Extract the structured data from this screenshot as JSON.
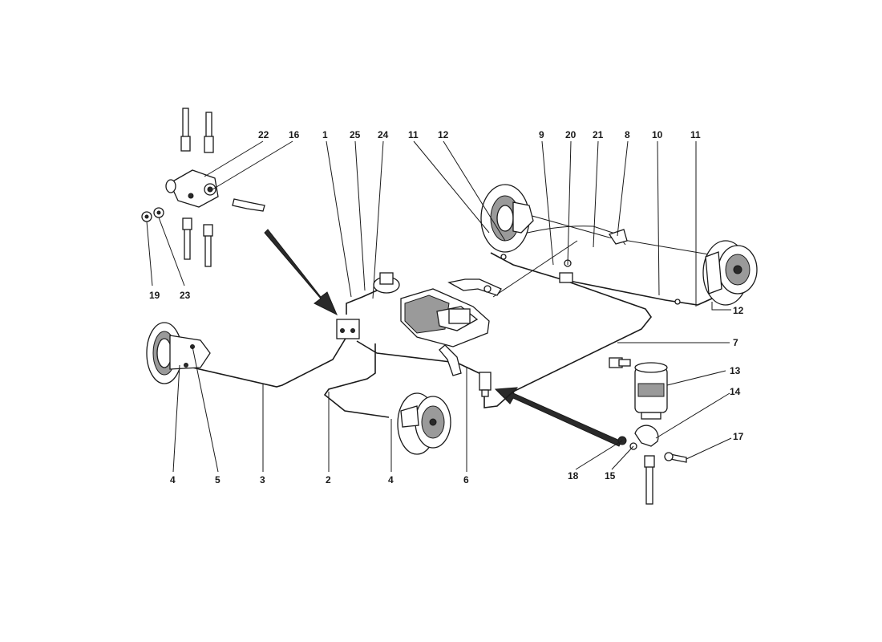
{
  "diagram": {
    "callouts": [
      {
        "id": "c22",
        "text": "22"
      },
      {
        "id": "c16",
        "text": "16"
      },
      {
        "id": "c1",
        "text": "1"
      },
      {
        "id": "c25",
        "text": "25"
      },
      {
        "id": "c24",
        "text": "24"
      },
      {
        "id": "c11a",
        "text": "11"
      },
      {
        "id": "c12a",
        "text": "12"
      },
      {
        "id": "c9",
        "text": "9"
      },
      {
        "id": "c20",
        "text": "20"
      },
      {
        "id": "c21",
        "text": "21"
      },
      {
        "id": "c8",
        "text": "8"
      },
      {
        "id": "c10",
        "text": "10"
      },
      {
        "id": "c11b",
        "text": "11"
      },
      {
        "id": "c12b",
        "text": "12"
      },
      {
        "id": "c19",
        "text": "19"
      },
      {
        "id": "c23",
        "text": "23"
      },
      {
        "id": "c7",
        "text": "7"
      },
      {
        "id": "c13",
        "text": "13"
      },
      {
        "id": "c14",
        "text": "14"
      },
      {
        "id": "c17",
        "text": "17"
      },
      {
        "id": "c4a",
        "text": "4"
      },
      {
        "id": "c5",
        "text": "5"
      },
      {
        "id": "c3",
        "text": "3"
      },
      {
        "id": "c2",
        "text": "2"
      },
      {
        "id": "c4b",
        "text": "4"
      },
      {
        "id": "c6",
        "text": "6"
      },
      {
        "id": "c18",
        "text": "18"
      },
      {
        "id": "c15",
        "text": "15"
      }
    ]
  }
}
